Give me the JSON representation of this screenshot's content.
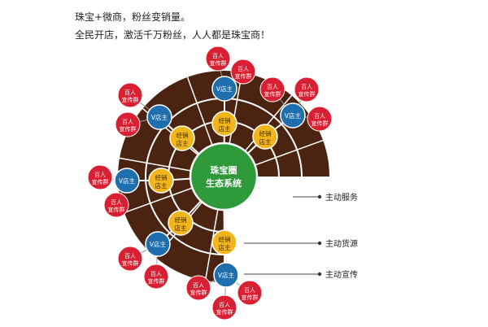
{
  "header": {
    "line1": "珠宝+微商，粉丝变销量。",
    "line2": "全民开店，激活千万粉丝，人人都是珠宝商！"
  },
  "diagram": {
    "center": {
      "line1": "珠宝圈",
      "line2": "生态系统"
    },
    "dealer": {
      "line1": "经销",
      "line2": "店主"
    },
    "vshop": {
      "label": "V店主"
    },
    "promo": {
      "line1": "百人",
      "line2": "宣传群"
    },
    "callouts": [
      "主动服务",
      "主动货源",
      "主动宣传"
    ]
  },
  "colors": {
    "ring_brown": "#4a2411",
    "hub_green": "#2e9a3a",
    "dealer_yellow": "#f2b61c",
    "vshop_blue": "#1f6fae",
    "promo_red": "#d91f32",
    "connector": "#ffffff"
  }
}
